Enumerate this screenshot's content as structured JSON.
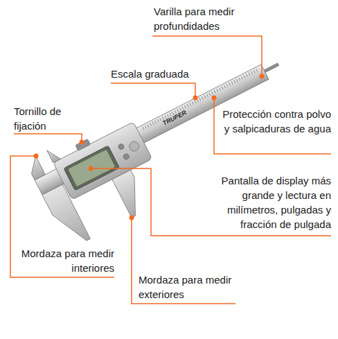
{
  "diagram": {
    "labels": [
      "Varilla para medir profundidades",
      "Escala graduada",
      "Tornillo de fijación",
      "Protección contra polvo y salpicaduras de agua",
      "Pantalla de display más grande y lectura en milímetros, pulgadas y fracción de pulgada",
      "Mordaza para medir interiores",
      "Mordaza para medir exteriores",
      "TRUPER"
    ]
  }
}
